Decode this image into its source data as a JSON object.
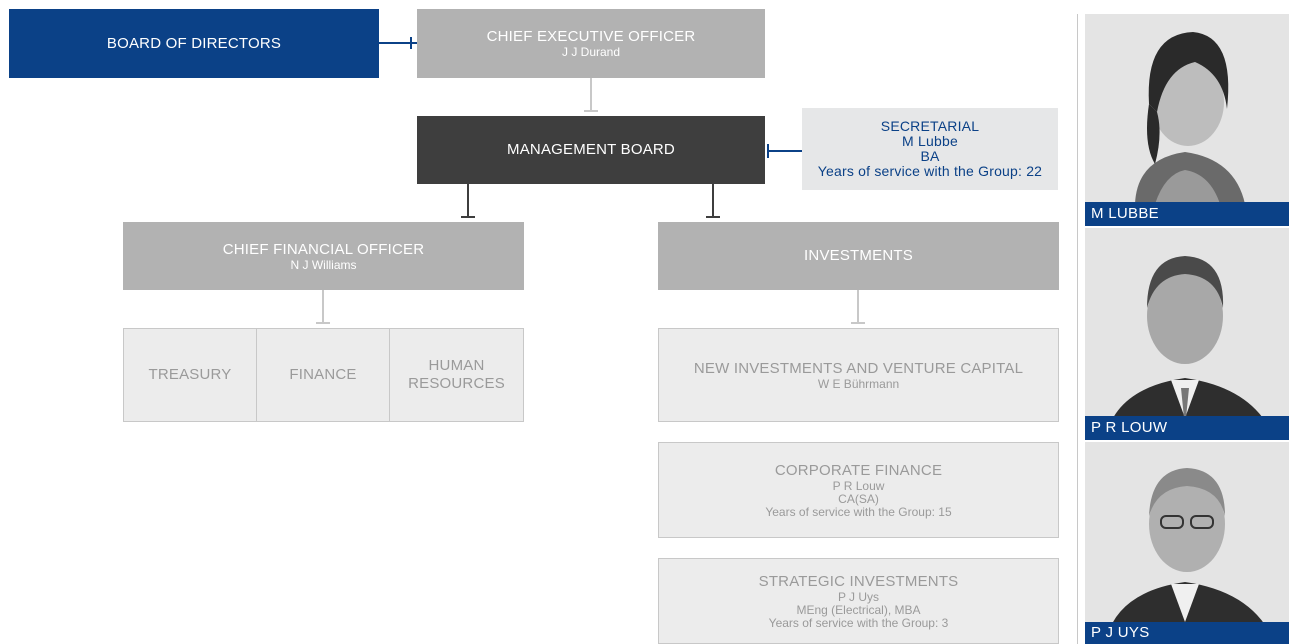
{
  "board": {
    "label": "BOARD OF DIRECTORS"
  },
  "ceo": {
    "title": "CHIEF EXECUTIVE OFFICER",
    "name": "J J Durand"
  },
  "management": {
    "label": "MANAGEMENT BOARD"
  },
  "secretarial": {
    "title": "SECRETARIAL",
    "name": "M Lubbe",
    "qualification": "BA",
    "service": "Years of service with the Group: 22"
  },
  "cfo": {
    "title": "CHIEF FINANCIAL OFFICER",
    "name": "N J Williams"
  },
  "investments": {
    "label": "INVESTMENTS"
  },
  "cfo_units": [
    {
      "label": "TREASURY"
    },
    {
      "label": "FINANCE"
    },
    {
      "label": "HUMAN RESOURCES",
      "line1": "HUMAN",
      "line2": "RESOURCES"
    }
  ],
  "new_investments": {
    "title": "NEW INVESTMENTS AND VENTURE CAPITAL",
    "name": "W E Bührmann"
  },
  "corporate_finance": {
    "title": "CORPORATE FINANCE",
    "name": "P R Louw",
    "qualification": "CA(SA)",
    "service": "Years of service with the Group: 15"
  },
  "strategic_investments": {
    "title": "STRATEGIC INVESTMENTS",
    "name": "P J Uys",
    "qualification": "MEng (Electrical), MBA",
    "service": "Years of service with the Group: 3"
  },
  "portraits": [
    {
      "caption": "M LUBBE"
    },
    {
      "caption": "P R LOUW"
    },
    {
      "caption": "P J UYS"
    }
  ],
  "colors": {
    "brand_blue": "#0b4187",
    "box_grey": "#b2b2b2",
    "dark_grey": "#3e3e3e",
    "light_grey": "#e6e7e8",
    "connector": "#c8c8c8"
  }
}
